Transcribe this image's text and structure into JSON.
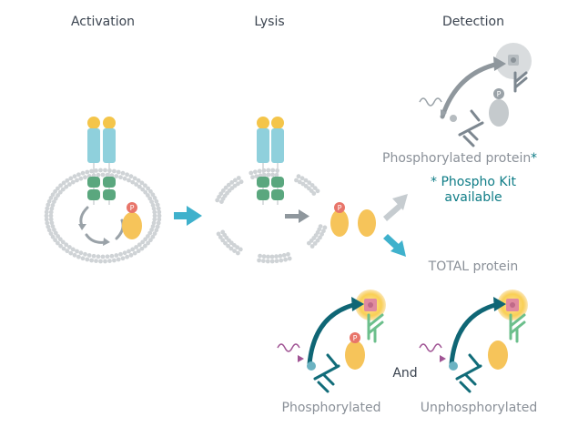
{
  "labels": {
    "activation": "Activation",
    "lysis": "Lysis",
    "detection": "Detection",
    "phosphorylated_protein": "Phosphorylated protein",
    "asterisk": "*",
    "phospho_kit_line1": "* Phospho Kit",
    "phospho_kit_line2": "available",
    "total_protein": "TOTAL protein",
    "phosphorylated": "Phosphorylated",
    "and": "And",
    "unphosphorylated": "Unphosphorylated",
    "phospho_marker": "P"
  },
  "colors": {
    "title_text": "#3b4450",
    "grey_text": "#8a9098",
    "teal_text": "#0e7c86",
    "membrane": "#cfd3d6",
    "receptor_head": "#f4c54a",
    "receptor_top": "#8fd0dc",
    "receptor_bottom": "#5aa77e",
    "protein": "#f6c45a",
    "phospho": "#e8756a",
    "arrow_blue": "#3fb1cc",
    "arrow_grey": "#b8bfc4",
    "dark_arrow": "#0f6675",
    "antibody_grey": "#7d8790",
    "antibody_teal": "#116c79",
    "antibody_green": "#6cbf8c",
    "glow": "#f7c84a",
    "wavy": "#a05494"
  }
}
